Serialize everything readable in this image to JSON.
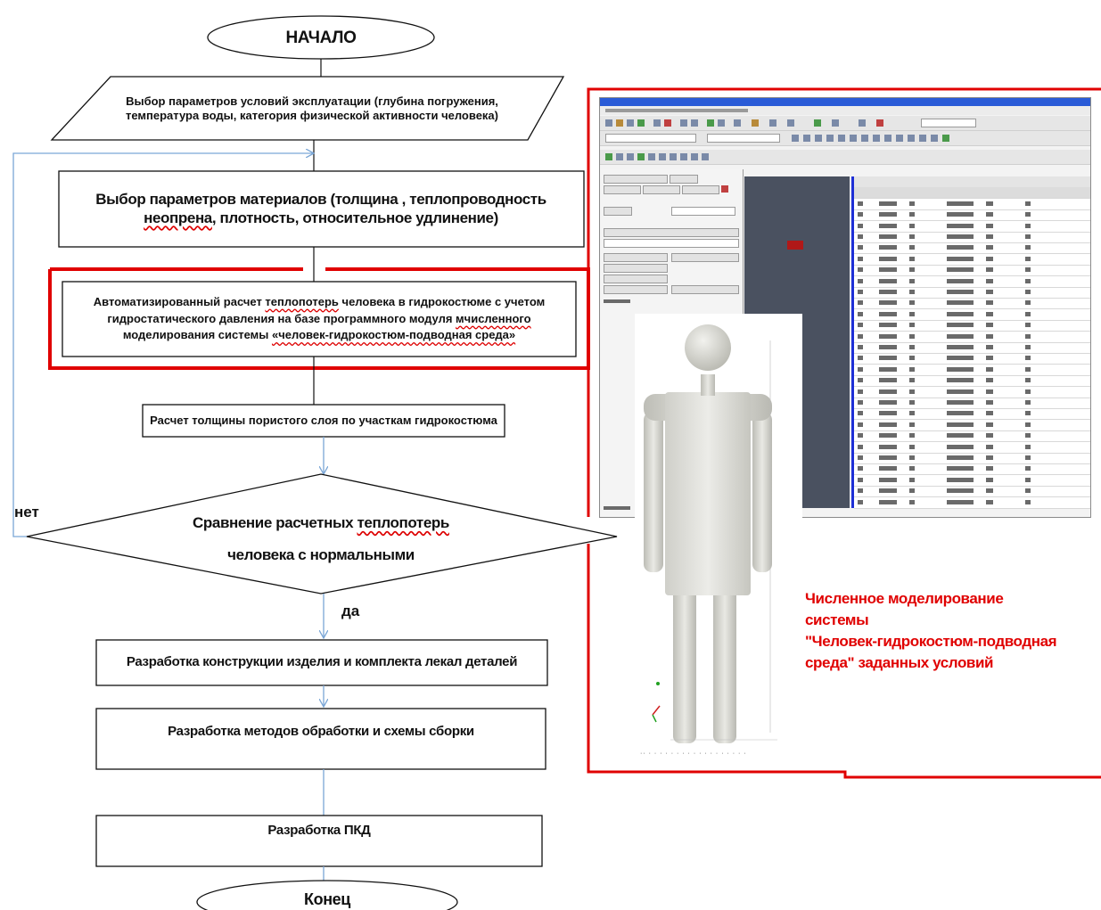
{
  "flowchart": {
    "start": "НАЧАЛО",
    "input_params_line1": "Выбор параметров условий эксплуатации (глубина погружения,",
    "input_params_line2": "температура воды,  категория физической активности человека)",
    "materials_line1": "Выбор параметров материалов (толщина , теплопроводность",
    "materials_line2_a": "неопрена",
    "materials_line2_b": ", плотность, относительное удлинение)",
    "calc_line1_a": "Автоматизированный  расчет ",
    "calc_line1_b": "теплопотерь",
    "calc_line1_c": " человека в гидрокостюме  с учетом",
    "calc_line2_a": "гидростатического давления на базе программного  модуля  ",
    "calc_line2_b": "мчисленного",
    "calc_line3_a": "моделирования  системы ",
    "calc_line3_b": "«человек-гидрокостюм-подводная  среда»",
    "thickness": "Расчет толщины пористого слоя по участкам  гидрокостюма",
    "compare_line1_a": "Сравнение расчетных ",
    "compare_line1_b": "теплопотерь",
    "compare_line2": "человека с нормальными",
    "no_label": "нет",
    "yes_label": "да",
    "design": "Разработка конструкции изделия  и комплекта  лекал деталей",
    "methods": "Разработка методов обработки и схемы сборки",
    "pkd": "Разработка ПКД",
    "end": "Конец"
  },
  "screenshot_caption": {
    "line1": "Численное моделирование",
    "line2": "системы",
    "line3": "\"Человек-гидрокостюм-подводная",
    "line4": "среда\" заданных условий"
  },
  "colors": {
    "connector": "#7aa6d6",
    "highlight": "#e00000",
    "shape_border": "#111111",
    "table_accent": "#1e2fd6"
  }
}
